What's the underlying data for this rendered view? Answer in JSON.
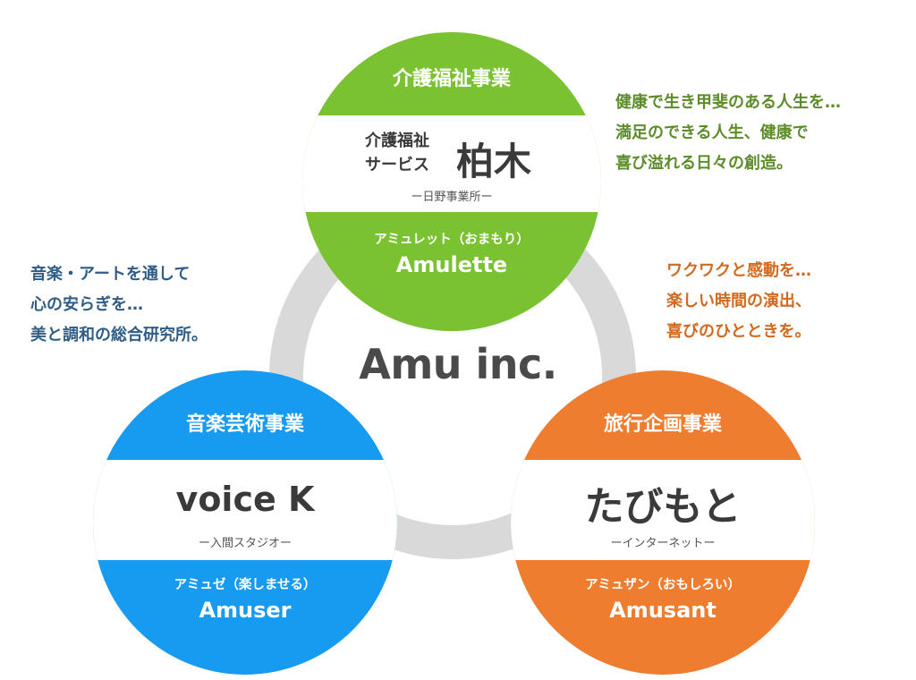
{
  "center": {
    "title": "Amu inc."
  },
  "colors": {
    "green": "#7ac231",
    "blue": "#169bf0",
    "orange": "#ee7d30",
    "ring": "#d9d9d9"
  },
  "divisions": {
    "care": {
      "department": "介護福祉事業",
      "service_line1": "介護福祉",
      "service_line2": "サービス",
      "name": "柏木",
      "sub": "ー日野事業所ー",
      "reading": "アミュレット（おまもり）",
      "brand": "Amulette",
      "description": [
        "健康で生き甲斐のある人生を…",
        "満足のできる人生、健康で",
        "喜び溢れる日々の創造。"
      ]
    },
    "music": {
      "department": "音楽芸術事業",
      "name": "voice K",
      "sub": "ー入間スタジオー",
      "reading": "アミュゼ（楽しませる）",
      "brand": "Amuser",
      "description": [
        "音楽・アートを通して",
        "心の安らぎを…",
        "美と調和の総合研究所。"
      ]
    },
    "travel": {
      "department": "旅行企画事業",
      "name": "たびもと",
      "sub": "ーインターネットー",
      "reading": "アミュザン（おもしろい）",
      "brand": "Amusant",
      "description": [
        "ワクワクと感動を…",
        "楽しい時間の演出、",
        "喜びのひとときを。"
      ]
    }
  }
}
